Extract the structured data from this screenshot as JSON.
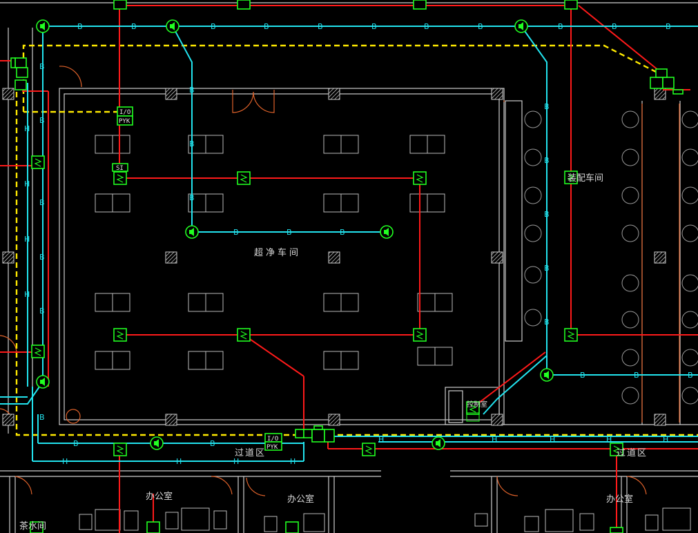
{
  "rooms": {
    "clean_workshop": "超净车间",
    "assembly_workshop": "装配车间",
    "corridor_left": "过道区",
    "corridor_right": "过道区",
    "office_1": "办公室",
    "office_2": "办公室",
    "office_3": "办公室",
    "tea_room": "茶水间",
    "control_room": "控制室"
  },
  "device_labels": {
    "io_module": "I/O",
    "power": "PYK",
    "si": "SI",
    "cable_b": "B",
    "cable_h": "H"
  },
  "colors": {
    "fire_alarm_line": "#ff1a1a",
    "broadcast_line": "#22e4ef",
    "boundary_line": "#ffea00",
    "device": "#21ff21",
    "wall": "#cfcfcf",
    "door": "#e0622a"
  },
  "icons": [
    "smoke-detector-icon",
    "speaker-icon",
    "io-module-icon",
    "manual-alarm-icon",
    "telephone-icon"
  ]
}
